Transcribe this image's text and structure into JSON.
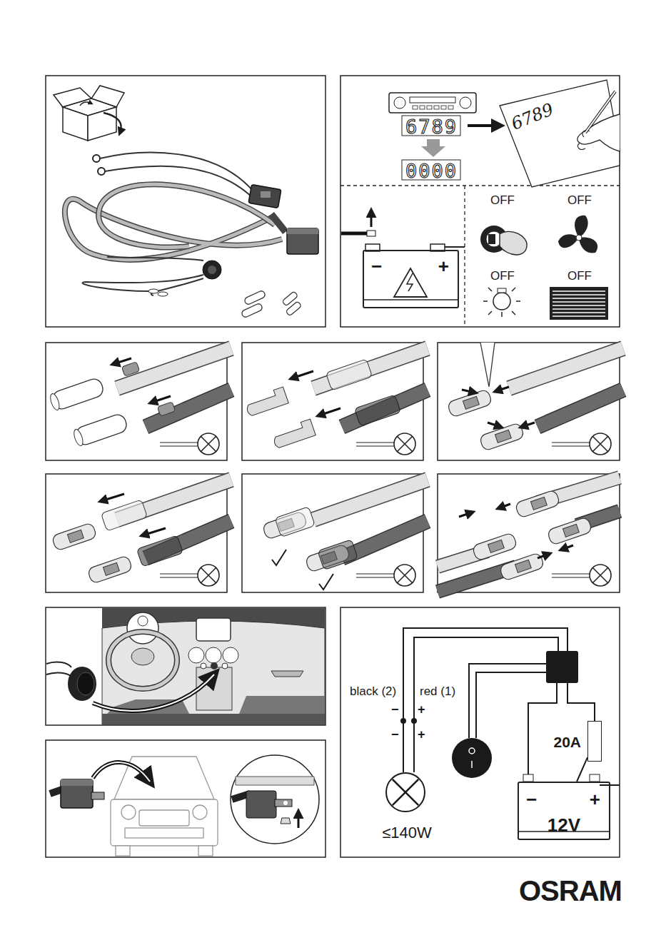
{
  "diagram": {
    "nodes": [
      {
        "text": [
          "−",
          "+"
        ]
      },
      {
        "text": [
          "≤140W"
        ]
      },
      {
        "text": [
          "20A"
        ]
      },
      {
        "text": [
          "−",
          "+",
          "12V"
        ]
      }
    ],
    "edges": [
      {
        "from": 2,
        "to": 3,
        "arrow": "none"
      }
    ],
    "labels": [
      "6789",
      "0000",
      "6789",
      "OFF",
      "OFF",
      "OFF",
      "OFF",
      "black (2)",
      "red (1)",
      "−",
      "+",
      "−",
      "+",
      "OSRAM"
    ]
  }
}
